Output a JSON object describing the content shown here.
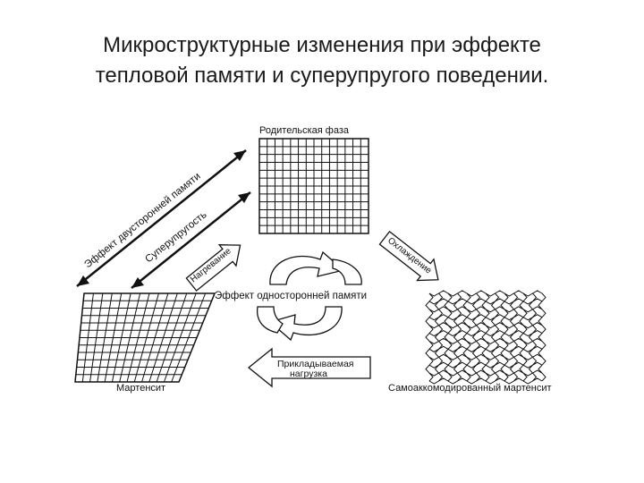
{
  "title": {
    "line1": "Микроструктурные изменения при эффекте",
    "line2": "тепловой памяти и суперупругого поведении."
  },
  "diagram": {
    "parent_phase": "Родительская фаза",
    "martensite": "Мартенсит",
    "self_accommodated_martensite": "Самоаккомодированный мартенсит",
    "two_way_effect": "Эффект двусторонней памяти",
    "superelasticity": "Суперупругость",
    "heating": "Нагревание",
    "cooling": "Охлаждение",
    "one_way_effect": "Эффект односторонней памяти",
    "applied_load_line1": "Прикладываемая",
    "applied_load_line2": "нагрузка"
  },
  "colors": {
    "ink": "#111111",
    "background": "#ffffff"
  }
}
